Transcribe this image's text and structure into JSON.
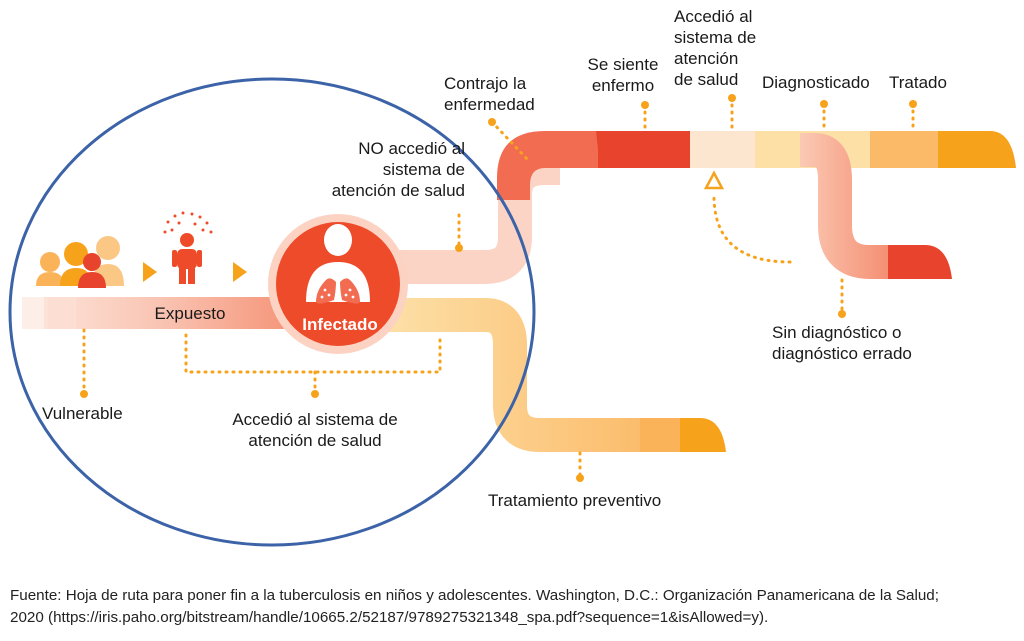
{
  "labels": {
    "contrajo": [
      "Contrajo la",
      "enfermedad"
    ],
    "siente": [
      "Se siente",
      "enfermo"
    ],
    "accedio_top": [
      "Accedió al",
      "sistema de",
      "atención",
      "de salud"
    ],
    "diagnosticado": "Diagnosticado",
    "tratado": "Tratado",
    "no_accedio": [
      "NO accedió al",
      "sistema de",
      "atención de salud"
    ],
    "expuesto": "Expuesto",
    "infectado": "Infectado",
    "vulnerable": "Vulnerable",
    "accedio_bottom": [
      "Accedió al sistema de",
      "atención de salud"
    ],
    "sin_diagnostico": [
      "Sin diagnóstico o",
      "diagnóstico errado"
    ],
    "tratamiento": "Tratamiento preventivo"
  },
  "source": [
    "Fuente: Hoja de ruta para poner fin a la tuberculosis en niños y adolescentes. Washington, D.C.: Organización Panamericana de la Salud;",
    "2020 (https://iris.paho.org/bitstream/handle/10665.2/52187/9789275321348_spa.pdf?sequence=1&isAllowed=y)."
  ],
  "icons": [
    "people-group-icon",
    "exposed-person-icon",
    "arrow-right-icon",
    "infected-person-icon",
    "lungs-icon"
  ],
  "colors": {
    "circle_outline": "#3c63a8",
    "infected": "#ee4b2b",
    "orange": "#f7a21b",
    "light_orange": "#fbbf6e",
    "pale_yellow": "#fde3ad",
    "salmon": "#f7937a",
    "pale_salmon": "#fbd1c2",
    "red": "#e8432c",
    "dotted": "#f7a21b"
  }
}
